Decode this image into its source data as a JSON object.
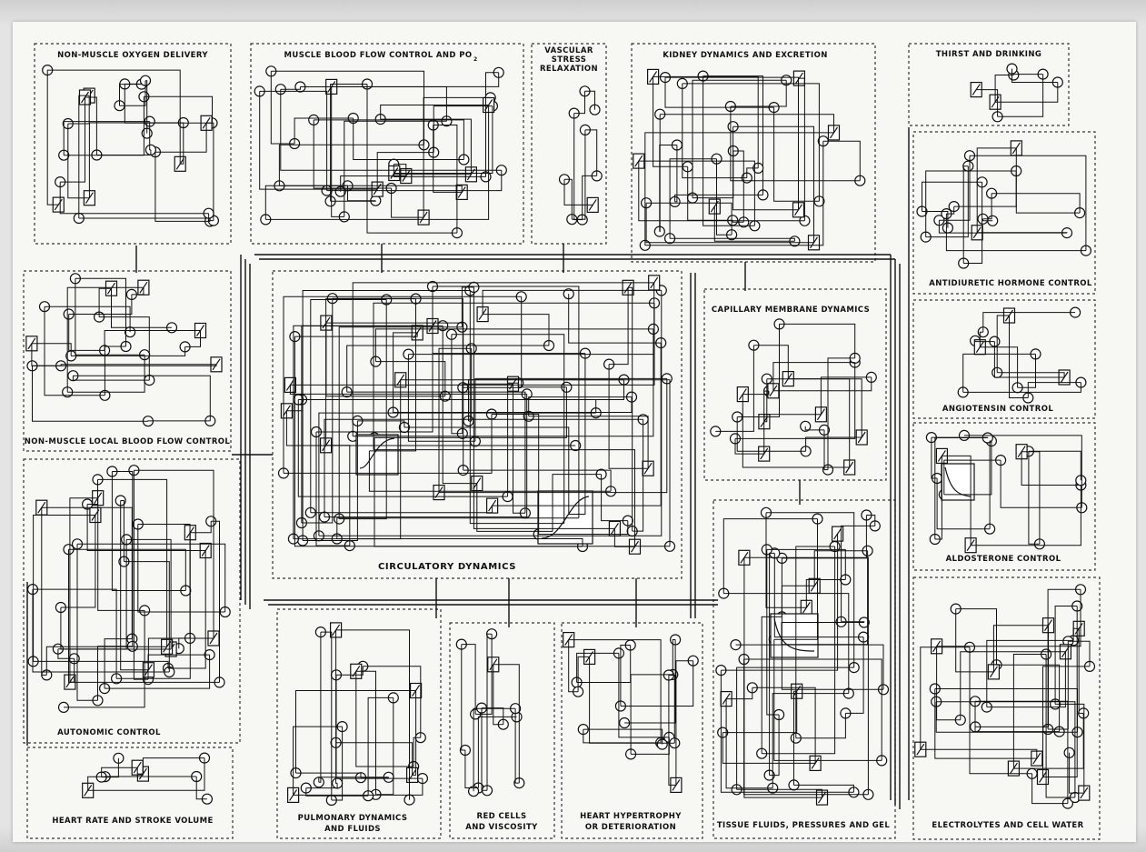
{
  "modules": {
    "non_muscle_oxygen": "NON-MUSCLE OXYGEN DELIVERY",
    "muscle_blood_flow": "MUSCLE BLOOD FLOW CONTROL AND PO",
    "muscle_blood_flow_sub": "2",
    "vascular_line1": "VASCULAR",
    "vascular_line2": "STRESS",
    "vascular_line3": "RELAXATION",
    "kidney": "KIDNEY DYNAMICS AND EXCRETION",
    "thirst": "THIRST AND DRINKING",
    "antidiuretic": "ANTIDIURETIC HORMONE CONTROL",
    "angiotensin": "ANGIOTENSIN CONTROL",
    "aldosterone": "ALDOSTERONE CONTROL",
    "electrolytes": "ELECTROLYTES AND CELL WATER",
    "non_muscle_local": "NON-MUSCLE LOCAL BLOOD FLOW CONTROL",
    "autonomic": "AUTONOMIC CONTROL",
    "heart_rate": "HEART RATE AND STROKE VOLUME",
    "capillary": "CAPILLARY MEMBRANE DYNAMICS",
    "circulatory": "CIRCULATORY DYNAMICS",
    "pulmonary_line1": "PULMONARY DYNAMICS",
    "pulmonary_line2": "AND FLUIDS",
    "red_cells_line1": "RED CELLS",
    "red_cells_line2": "AND VISCOSITY",
    "heart_hyper_line1": "HEART HYPERTROPHY",
    "heart_hyper_line2": "OR DETERIORATION",
    "tissue_fluids": "TISSUE FLUIDS, PRESSURES AND GEL"
  },
  "colors": {
    "ink": "#1a1a1a",
    "paper": "#f7f7f4",
    "border": "#3a3a3a"
  }
}
